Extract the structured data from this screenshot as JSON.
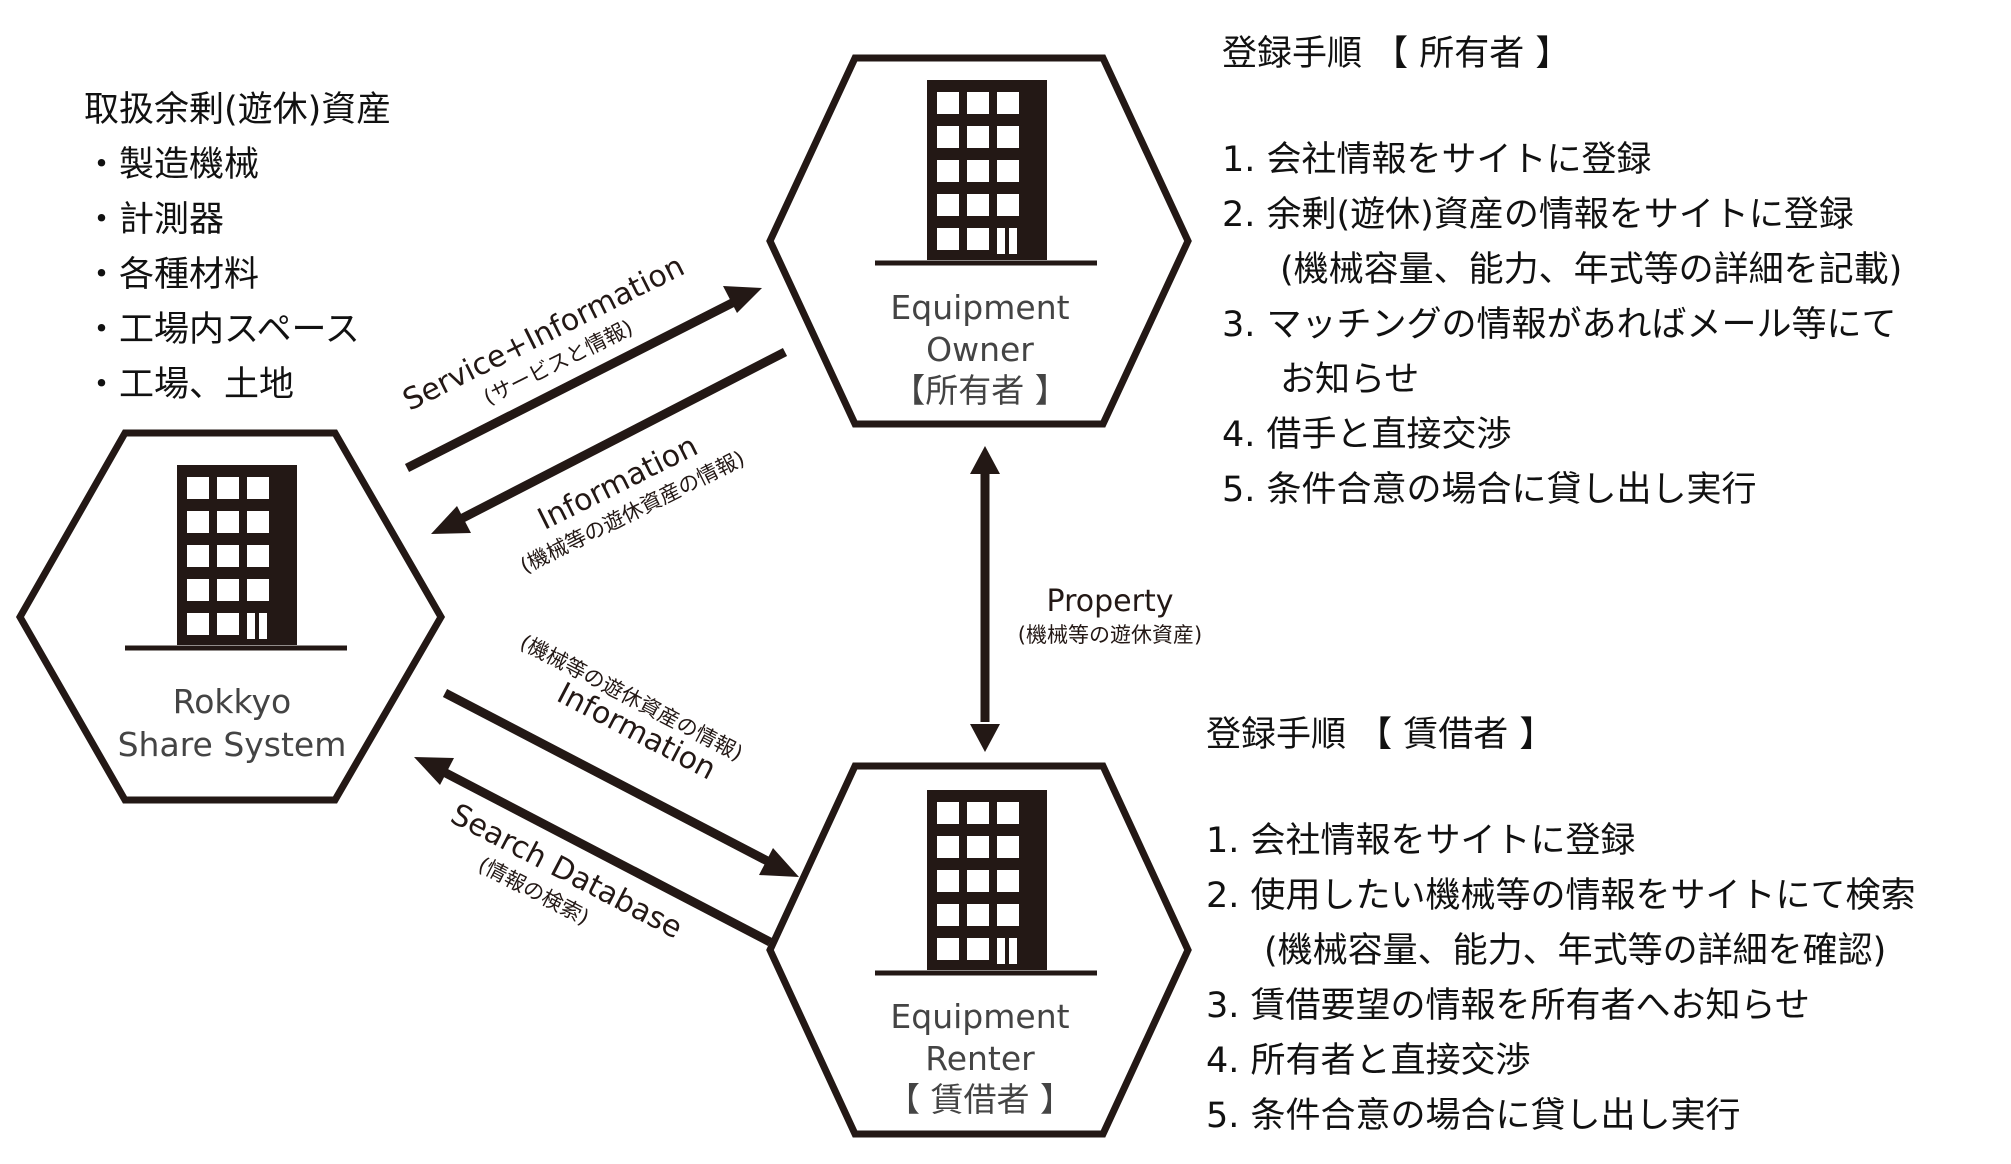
{
  "colors": {
    "ink": "#231815",
    "background": "#ffffff",
    "node_label": "#444444"
  },
  "icons": {
    "building": "building-icon"
  },
  "nodes": {
    "system": {
      "line1": "Rokkyo",
      "line2": "Share System"
    },
    "owner": {
      "line1": "Equipment",
      "line2": "Owner",
      "line3": "【所有者 】"
    },
    "renter": {
      "line1": "Equipment",
      "line2": "Renter",
      "line3": "【 賃借者 】"
    }
  },
  "edges": {
    "system_to_owner": {
      "en": "Service+Information",
      "ja": "(サービスと情報)"
    },
    "owner_to_system": {
      "en": "Information",
      "ja": "(機械等の遊休資産の情報)"
    },
    "system_to_renter": {
      "en": "Information",
      "ja": "(機械等の遊休資産の情報)"
    },
    "renter_to_system": {
      "en": "Search Database",
      "ja": "(情報の検索)"
    },
    "owner_renter": {
      "en": "Property",
      "ja": "(機械等の遊休資産)"
    }
  },
  "assets": {
    "title": "取扱余剰(遊休)資産",
    "items": [
      "・製造機械",
      "・計測器",
      "・各種材料",
      "・工場内スペース",
      "・工場、土地"
    ]
  },
  "owner_steps": {
    "title": "登録手順 【 所有者 】",
    "lines": [
      "1. 会社情報をサイトに登録",
      "2. 余剰(遊休)資産の情報をサイトに登録",
      "(機械容量、能力、年式等の詳細を記載)",
      "3. マッチングの情報があればメール等にて",
      "お知らせ",
      "4. 借手と直接交渉",
      "5. 条件合意の場合に貸し出し実行"
    ]
  },
  "renter_steps": {
    "title": "登録手順 【 賃借者 】",
    "lines": [
      "1. 会社情報をサイトに登録",
      "2. 使用したい機械等の情報をサイトにて検索",
      "(機械容量、能力、年式等の詳細を確認)",
      "3. 賃借要望の情報を所有者へお知らせ",
      "4. 所有者と直接交渉",
      "5. 条件合意の場合に貸し出し実行"
    ]
  }
}
